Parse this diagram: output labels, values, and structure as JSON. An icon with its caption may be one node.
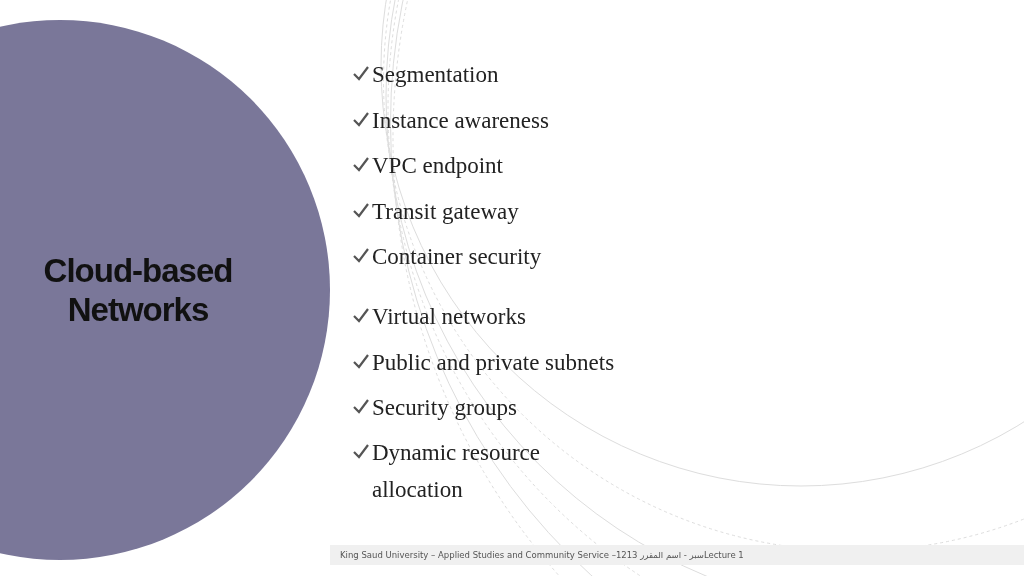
{
  "diagram": {
    "nodes": [
      {
        "text": [
          "Cloud-based Networks"
        ]
      }
    ],
    "labels": [
      "Segmentation",
      "Instance awareness",
      "VPC endpoint",
      "Transit gateway",
      "Container security",
      "Virtual networks",
      "Public and private subnets",
      "Security groups",
      "Dynamic resource allocation",
      "King Saud University – Applied Studies and Community Service –1213 سبر - اسم المقررLecture 1"
    ]
  }
}
